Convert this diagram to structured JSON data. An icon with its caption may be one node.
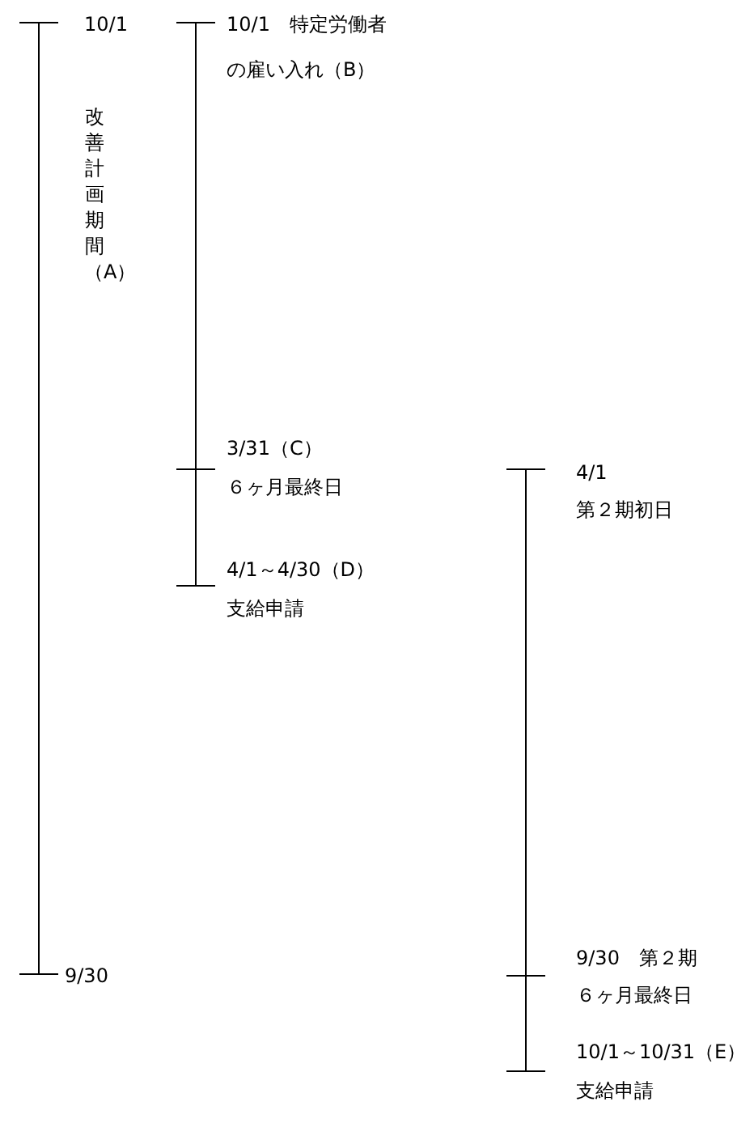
{
  "diagram": {
    "labels": [
      "10/1",
      "10/1　特定労働者",
      "の雇い入れ（B）",
      "改善計画期間（A）",
      "3/31（C）",
      "６ヶ月最終日",
      "4/1",
      "第２期初日",
      "4/1～4/30（D）",
      "支給申請",
      "9/30",
      "9/30　第２期",
      "６ヶ月最終日",
      "10/1～10/31（E）",
      "支給申請"
    ]
  }
}
